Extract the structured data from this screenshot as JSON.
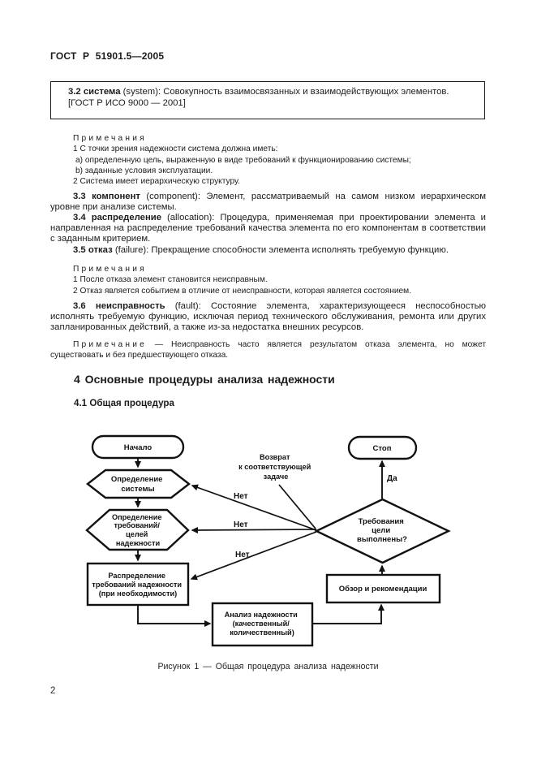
{
  "page": {
    "header": "ГОСТ Р 51901.5—2005",
    "number": "2"
  },
  "definition_box": {
    "term_bold": "3.2 система",
    "term_rest": " (system): Совокупность взаимосвязанных и взаимодействующих элементов.",
    "source": "[ГОСТ Р ИСО 9000 — 2001]"
  },
  "notes1": {
    "title": "Примечания",
    "item1": "1 С точки зрения надежности система должна иметь:",
    "item_a": "a) определенную цель, выраженную в виде требований к функционированию системы;",
    "item_b": "b) заданные условия эксплуатации.",
    "item2": "2 Система имеет иерархическую структуру."
  },
  "terms": [
    {
      "bold": "3.3 компонент",
      "rest": " (component): Элемент, рассматриваемый на самом низком иерархическом уровне при анализе системы."
    },
    {
      "bold": "3.4 распределение",
      "rest": " (allocation): Процедура, применяемая при проектировании элемента и направленная на распределение требований качества элемента по его компонентам в соответствии с заданным критерием."
    },
    {
      "bold": "3.5 отказ",
      "rest": " (failure): Прекращение способности элемента исполнять требуемую функцию."
    },
    {
      "bold": "3.6 неисправность",
      "rest": " (fault): Состояние элемента, характеризующееся неспособностью исполнять требуемую функцию, исключая период технического обслуживания, ремонта или других запланированных действий, а также из-за недостатка внешних ресурсов."
    }
  ],
  "notes2": {
    "title": "Примечания",
    "item1": "1 После отказа элемент становится неисправным.",
    "item2": "2 Отказ является событием в отличие от неисправности, которая является состоянием."
  },
  "note3": {
    "title": "Примечание",
    "rest": " — Неисправность часто является результатом отказа элемента, но может существовать и без предшествующего отказа."
  },
  "section4": {
    "title": "4 Основные процедуры анализа надежности",
    "subtitle": "4.1 Общая процедура"
  },
  "flowchart": {
    "start": "Начало",
    "stop": "Стоп",
    "define_system": [
      "Определение",
      "системы"
    ],
    "define_reqs": [
      "Определение",
      "требований/",
      "целей",
      "надежности"
    ],
    "allocate": [
      "Распределение",
      "требований надежности",
      "(при необходимости)"
    ],
    "analysis": [
      "Анализ надежности",
      "(качественный/",
      "количественный)"
    ],
    "review": "Обзор и рекомендации",
    "decision": [
      "Требования",
      "цели",
      "выполнены?"
    ],
    "return_note": [
      "Возврат",
      "к соответствующей",
      "задаче"
    ],
    "yes": "Да",
    "no": "Нет"
  },
  "figure_caption": "Рисунок 1 — Общая процедура анализа надежности",
  "colors": {
    "ink": "#111111",
    "text": "#1b1b1b",
    "paper": "#ffffff"
  }
}
